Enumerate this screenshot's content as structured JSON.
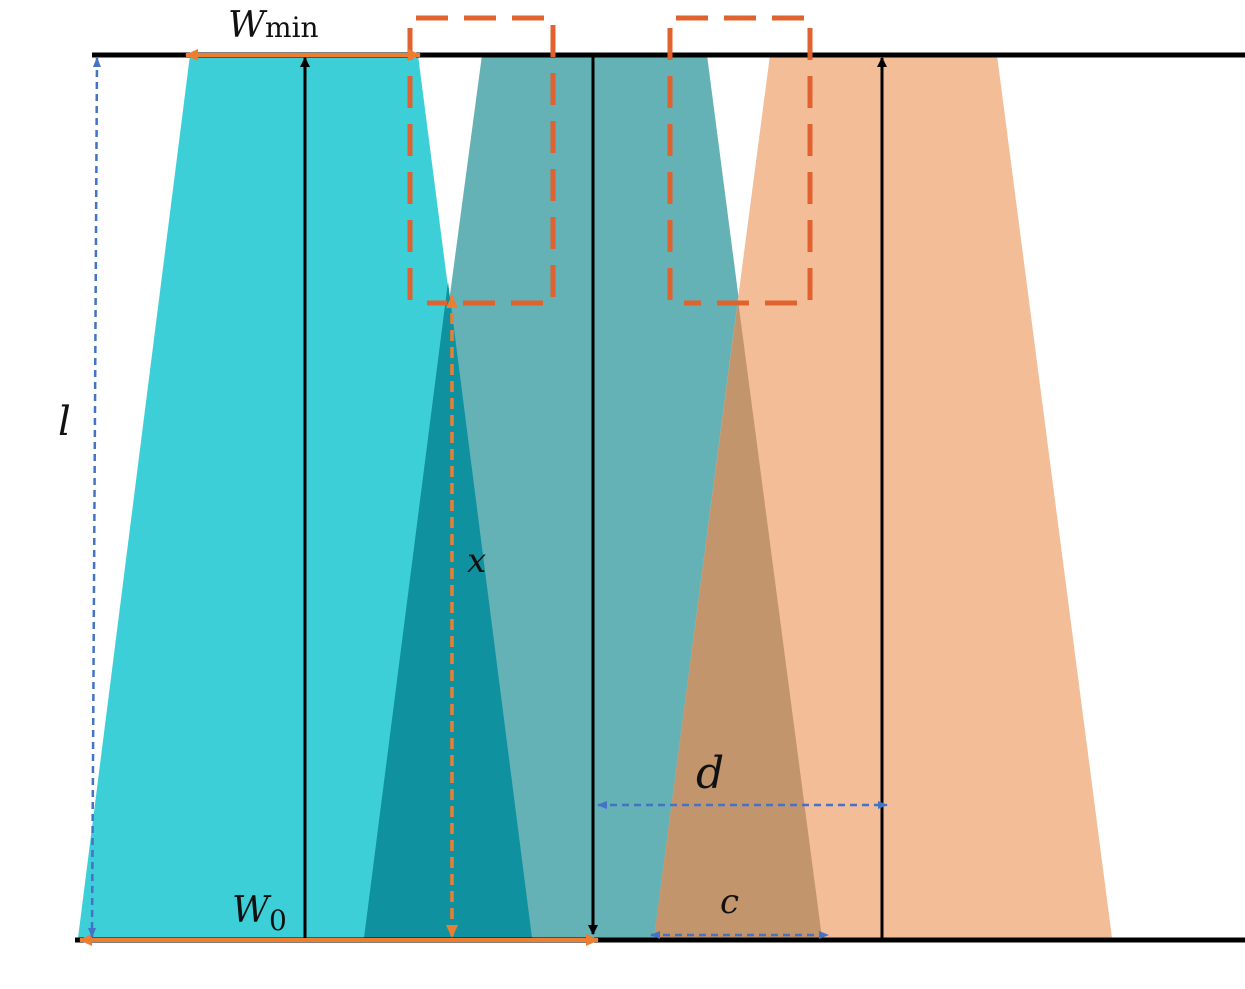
{
  "labels": {
    "w_min": {
      "main": "W",
      "sub": "min"
    },
    "w_0": {
      "main": "W",
      "sub": "0"
    },
    "l": "l",
    "x": "x",
    "d": "d",
    "c": "c"
  },
  "colors": {
    "cyan": "#3ccfd8",
    "teal": "#64b1b6",
    "peach": "#f3bd98",
    "dark_teal": "#0f919f",
    "brown": "#c3956c",
    "orange": "#ed7d31",
    "orange_dash": "#e0622f",
    "blue_dash": "#4472c4",
    "black": "#000000"
  }
}
